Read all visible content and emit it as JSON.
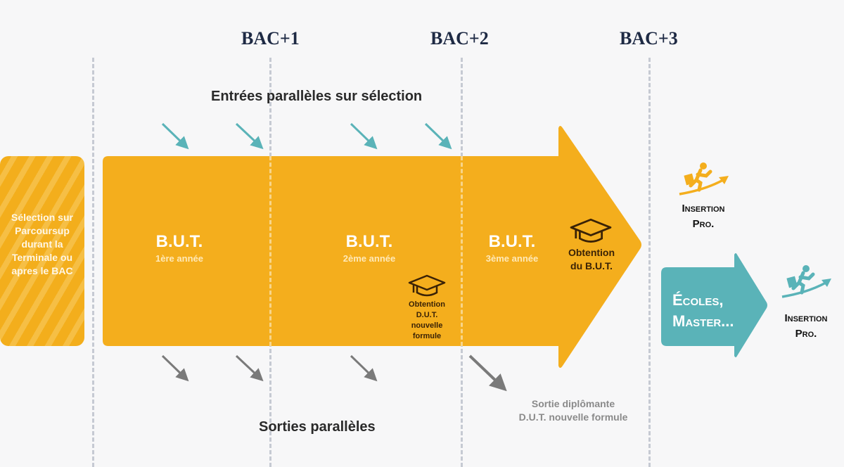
{
  "header": {
    "levels": [
      "BAC+1",
      "BAC+2",
      "BAC+3"
    ]
  },
  "entries_title": "Entrées parallèles sur sélection",
  "exits_title": "Sorties parallèles",
  "selection_box": {
    "lines": [
      "Sélection sur",
      "Parcoursup",
      "durant la",
      "Terminale ou",
      "apres le BAC"
    ]
  },
  "years": [
    {
      "title": "B.U.T.",
      "subtitle": "1ère année"
    },
    {
      "title": "B.U.T.",
      "subtitle": "2ème année"
    },
    {
      "title": "B.U.T.",
      "subtitle": "3ème année"
    }
  ],
  "dut_milestone": {
    "icon": "graduation-cap-icon",
    "lines": [
      "Obtention",
      "D.U.T.",
      "nouvelle",
      "formule"
    ]
  },
  "but_milestone": {
    "icon": "graduation-cap-icon",
    "lines": [
      "Obtention",
      "du B.U.T."
    ]
  },
  "insertion_top": {
    "icon": "career-climb-icon",
    "lines": [
      "Insertion",
      "Pro."
    ]
  },
  "ecoles": {
    "lines": [
      "Écoles,",
      "Master..."
    ]
  },
  "insertion_bottom": {
    "icon": "career-climb-icon",
    "lines": [
      "Insertion",
      "Pro."
    ]
  },
  "sortie_diplomante": {
    "lines": [
      "Sortie diplômante",
      "D.U.T. nouvelle formule"
    ]
  },
  "colors": {
    "main_arrow": "#f4ae1d",
    "teal": "#5ab3b8",
    "text_dark": "#1e2a44",
    "exit_arrow": "#7a7a7a",
    "background": "#f7f7f8"
  }
}
